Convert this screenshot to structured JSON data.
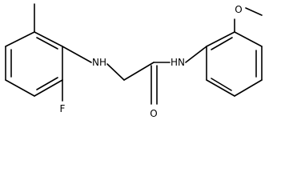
{
  "molecule": {
    "atoms": {
      "nh_left": "NH",
      "nh_right": "HN",
      "o_carbonyl": "O",
      "f": "F",
      "o_methoxy": "O"
    }
  }
}
